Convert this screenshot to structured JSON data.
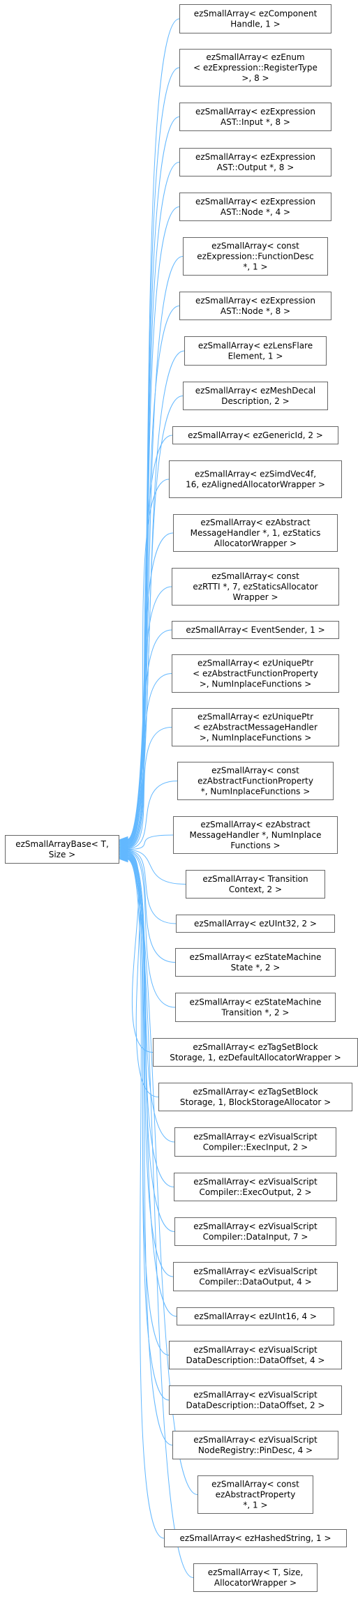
{
  "base_node": {
    "lines": [
      "ezSmallArrayBase< T,",
      "Size >"
    ]
  },
  "derived_nodes": [
    {
      "lines": [
        "ezSmallArray< ezComponent",
        "Handle, 1 >"
      ]
    },
    {
      "lines": [
        "ezSmallArray< ezEnum",
        "< ezExpression::RegisterType",
        ">, 8 >"
      ]
    },
    {
      "lines": [
        "ezSmallArray< ezExpression",
        "AST::Input *, 8 >"
      ]
    },
    {
      "lines": [
        "ezSmallArray< ezExpression",
        "AST::Output *, 8 >"
      ]
    },
    {
      "lines": [
        "ezSmallArray< ezExpression",
        "AST::Node *, 4 >"
      ]
    },
    {
      "lines": [
        "ezSmallArray< const",
        "ezExpression::FunctionDesc",
        "*, 1 >"
      ]
    },
    {
      "lines": [
        "ezSmallArray< ezExpression",
        "AST::Node *, 8 >"
      ]
    },
    {
      "lines": [
        "ezSmallArray< ezLensFlare",
        "Element, 1 >"
      ]
    },
    {
      "lines": [
        "ezSmallArray< ezMeshDecal",
        "Description, 2 >"
      ]
    },
    {
      "lines": [
        "ezSmallArray< ezGenericId, 2 >"
      ]
    },
    {
      "lines": [
        "ezSmallArray< ezSimdVec4f,",
        "16, ezAlignedAllocatorWrapper >"
      ]
    },
    {
      "lines": [
        "ezSmallArray< ezAbstract",
        "MessageHandler *, 1, ezStatics",
        "AllocatorWrapper >"
      ]
    },
    {
      "lines": [
        "ezSmallArray< const",
        "ezRTTI *, 7, ezStaticsAllocator",
        "Wrapper >"
      ]
    },
    {
      "lines": [
        "ezSmallArray< EventSender, 1 >"
      ]
    },
    {
      "lines": [
        "ezSmallArray< ezUniquePtr",
        "< ezAbstractFunctionProperty",
        ">, NumInplaceFunctions >"
      ]
    },
    {
      "lines": [
        "ezSmallArray< ezUniquePtr",
        "< ezAbstractMessageHandler",
        ">, NumInplaceFunctions >"
      ]
    },
    {
      "lines": [
        "ezSmallArray< const",
        "ezAbstractFunctionProperty",
        "*, NumInplaceFunctions >"
      ]
    },
    {
      "lines": [
        "ezSmallArray< ezAbstract",
        "MessageHandler *, NumInplace",
        "Functions >"
      ]
    },
    {
      "lines": [
        "ezSmallArray< Transition",
        "Context, 2 >"
      ]
    },
    {
      "lines": [
        "ezSmallArray< ezUInt32, 2 >"
      ]
    },
    {
      "lines": [
        "ezSmallArray< ezStateMachine",
        "State *, 2 >"
      ]
    },
    {
      "lines": [
        "ezSmallArray< ezStateMachine",
        "Transition *, 2 >"
      ]
    },
    {
      "lines": [
        "ezSmallArray< ezTagSetBlock",
        "Storage, 1, ezDefaultAllocatorWrapper >"
      ]
    },
    {
      "lines": [
        "ezSmallArray< ezTagSetBlock",
        "Storage, 1, BlockStorageAllocator >"
      ]
    },
    {
      "lines": [
        "ezSmallArray< ezVisualScript",
        "Compiler::ExecInput, 2 >"
      ]
    },
    {
      "lines": [
        "ezSmallArray< ezVisualScript",
        "Compiler::ExecOutput, 2 >"
      ]
    },
    {
      "lines": [
        "ezSmallArray< ezVisualScript",
        "Compiler::DataInput, 7 >"
      ]
    },
    {
      "lines": [
        "ezSmallArray< ezVisualScript",
        "Compiler::DataOutput, 4 >"
      ]
    },
    {
      "lines": [
        "ezSmallArray< ezUInt16, 4 >"
      ]
    },
    {
      "lines": [
        "ezSmallArray< ezVisualScript",
        "DataDescription::DataOffset, 4 >"
      ]
    },
    {
      "lines": [
        "ezSmallArray< ezVisualScript",
        "DataDescription::DataOffset, 2 >"
      ]
    },
    {
      "lines": [
        "ezSmallArray< ezVisualScript",
        "NodeRegistry::PinDesc, 4 >"
      ]
    },
    {
      "lines": [
        "ezSmallArray< const",
        "ezAbstractProperty",
        "*, 1 >"
      ]
    },
    {
      "lines": [
        "ezSmallArray< ezHashedString, 1 >"
      ]
    },
    {
      "lines": [
        "ezSmallArray< T, Size,",
        "AllocatorWrapper >"
      ]
    }
  ],
  "colors": {
    "edge": "#63b8ff",
    "node_border": "#666666",
    "background": "#ffffff",
    "text": "#000000"
  }
}
